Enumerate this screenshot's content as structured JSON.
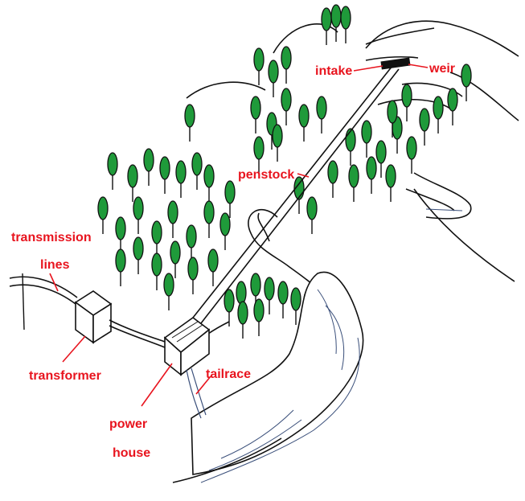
{
  "labels": {
    "intake": "intake",
    "weir": "weir",
    "penstock": "penstock",
    "transmission": "transmission",
    "lines": "lines",
    "transformer": "transformer",
    "tailrace": "tailrace",
    "power": "power",
    "house": "house"
  },
  "colors": {
    "label": "#e8141e",
    "tree": "#1f9a3a",
    "ink": "#111111",
    "water": "#3a4f7a"
  }
}
